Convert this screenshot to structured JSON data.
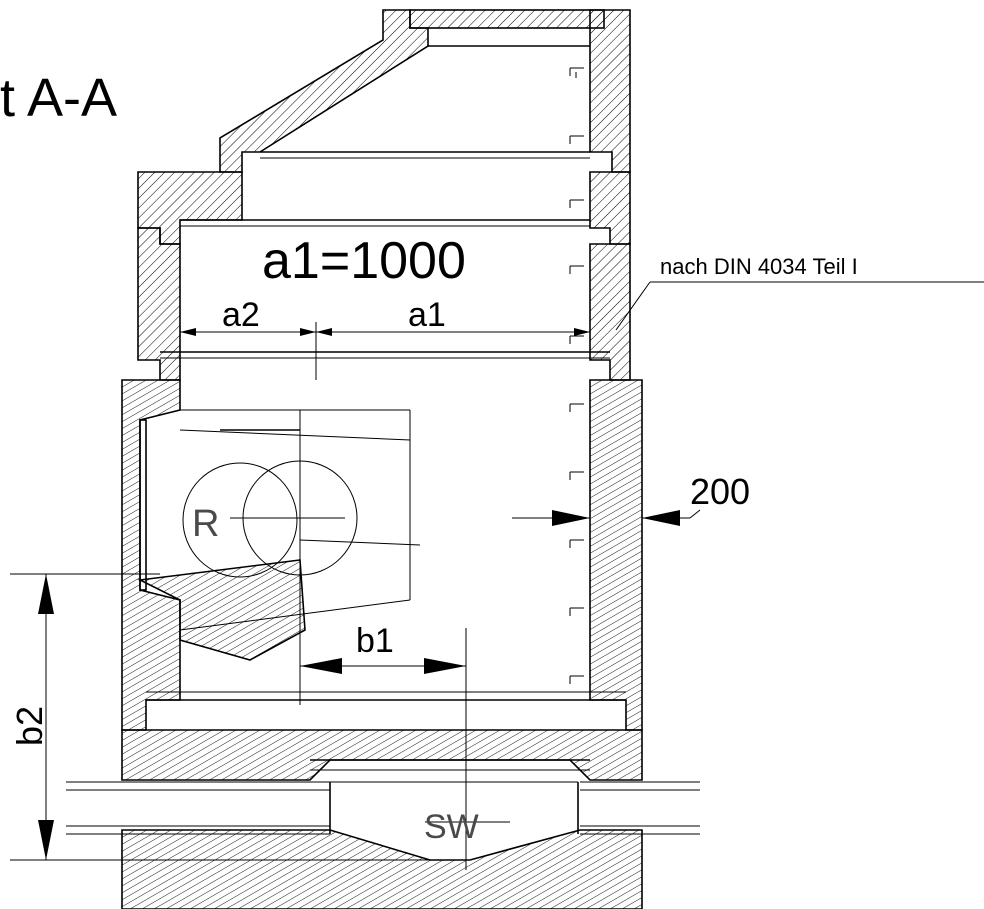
{
  "labels": {
    "section_title": "t A-A",
    "a1_value": "a1=1000",
    "a2": "a2",
    "a1": "a1",
    "din_note": "nach DIN 4034 Teil I",
    "wall_thickness": "200",
    "radius": "R",
    "b1": "b1",
    "b2": "b2",
    "sw": "SW"
  },
  "colors": {
    "line": "#000000",
    "label_grey": "#4a4a4a",
    "background": "#ffffff"
  }
}
